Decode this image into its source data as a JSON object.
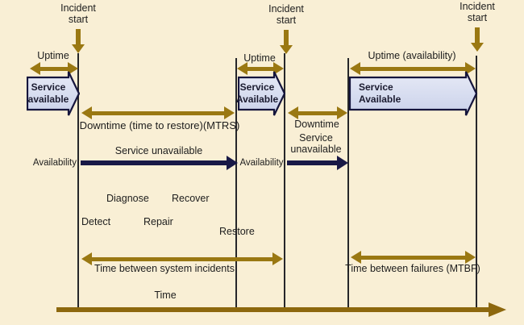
{
  "colors": {
    "background": "#f9efd5",
    "gold": "#9a7812",
    "axis_gold": "#8d680e",
    "navy": "#191946",
    "line": "#26262a",
    "text": "#1d1d1d",
    "block_fill_top": "#e7eaf6",
    "block_fill_bottom": "#c9d1ea",
    "block_border": "#15153c"
  },
  "incident_markers": [
    {
      "label": "Incident\nstart"
    },
    {
      "label": "Incident\nstart"
    },
    {
      "label": "Incident\nstart"
    }
  ],
  "uptime": {
    "section1": "Uptime",
    "section2": "Uptime",
    "section3": "Uptime (availability)"
  },
  "service_blocks": [
    {
      "label": "Service\navailable"
    },
    {
      "label": "Service\nAvailable"
    },
    {
      "label": "Service\nAvailable"
    }
  ],
  "downtime": {
    "section1": "Downtime (time to restore)(MTRS)",
    "section2": "Downtime"
  },
  "availability": {
    "label1": "Availability",
    "label2": "Availability"
  },
  "service_unavailable": {
    "label1": "Service unavailable",
    "label2": "Service\nunavailable"
  },
  "lifecycle": {
    "detect": "Detect",
    "diagnose": "Diagnose",
    "repair": "Repair",
    "recover": "Recover",
    "restore": "Restore"
  },
  "measures": {
    "time_between_system_incidents": "Time between system incidents",
    "time_between_failures": "Time between failures (MTBF)"
  },
  "axis": {
    "label": "Time"
  }
}
